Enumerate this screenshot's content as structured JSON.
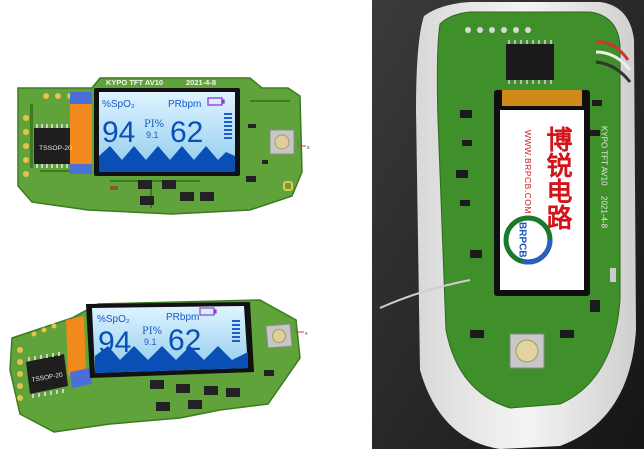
{
  "board_top": {
    "silk_title": "KYPO TFT AV10",
    "silk_date": "2021-4-8",
    "chip_label": "TSSOP-20",
    "display": {
      "spo2_label": "%SpO₂",
      "pr_label": "PRbpm",
      "spo2_value": "94",
      "pi_label": "PI%",
      "pi_value": "9.1",
      "pr_value": "62"
    }
  },
  "board_bottom": {
    "chip_label": "TSSOP-20",
    "display": {
      "spo2_label": "%SpO₂",
      "pr_label": "PRbpm",
      "spo2_value": "94",
      "pi_label": "PI%",
      "pi_value": "9.1",
      "pr_value": "62"
    }
  },
  "photo": {
    "watermark_chinese": "博锐电路",
    "watermark_url": "WWW.BRPCB.COM",
    "logo_text": "BRPCB",
    "silk_vertical": "KYPO TFT AV10",
    "silk_date_vertical": "2021-4-8"
  },
  "colors": {
    "pcb_green": "#5fa33a",
    "pcb_dark": "#3e7a22",
    "screen_blue": "#0a4fb5",
    "screen_bg": "#9fd6f2",
    "accent_orange": "#f08a1c",
    "watermark_red": "#d4141b"
  }
}
